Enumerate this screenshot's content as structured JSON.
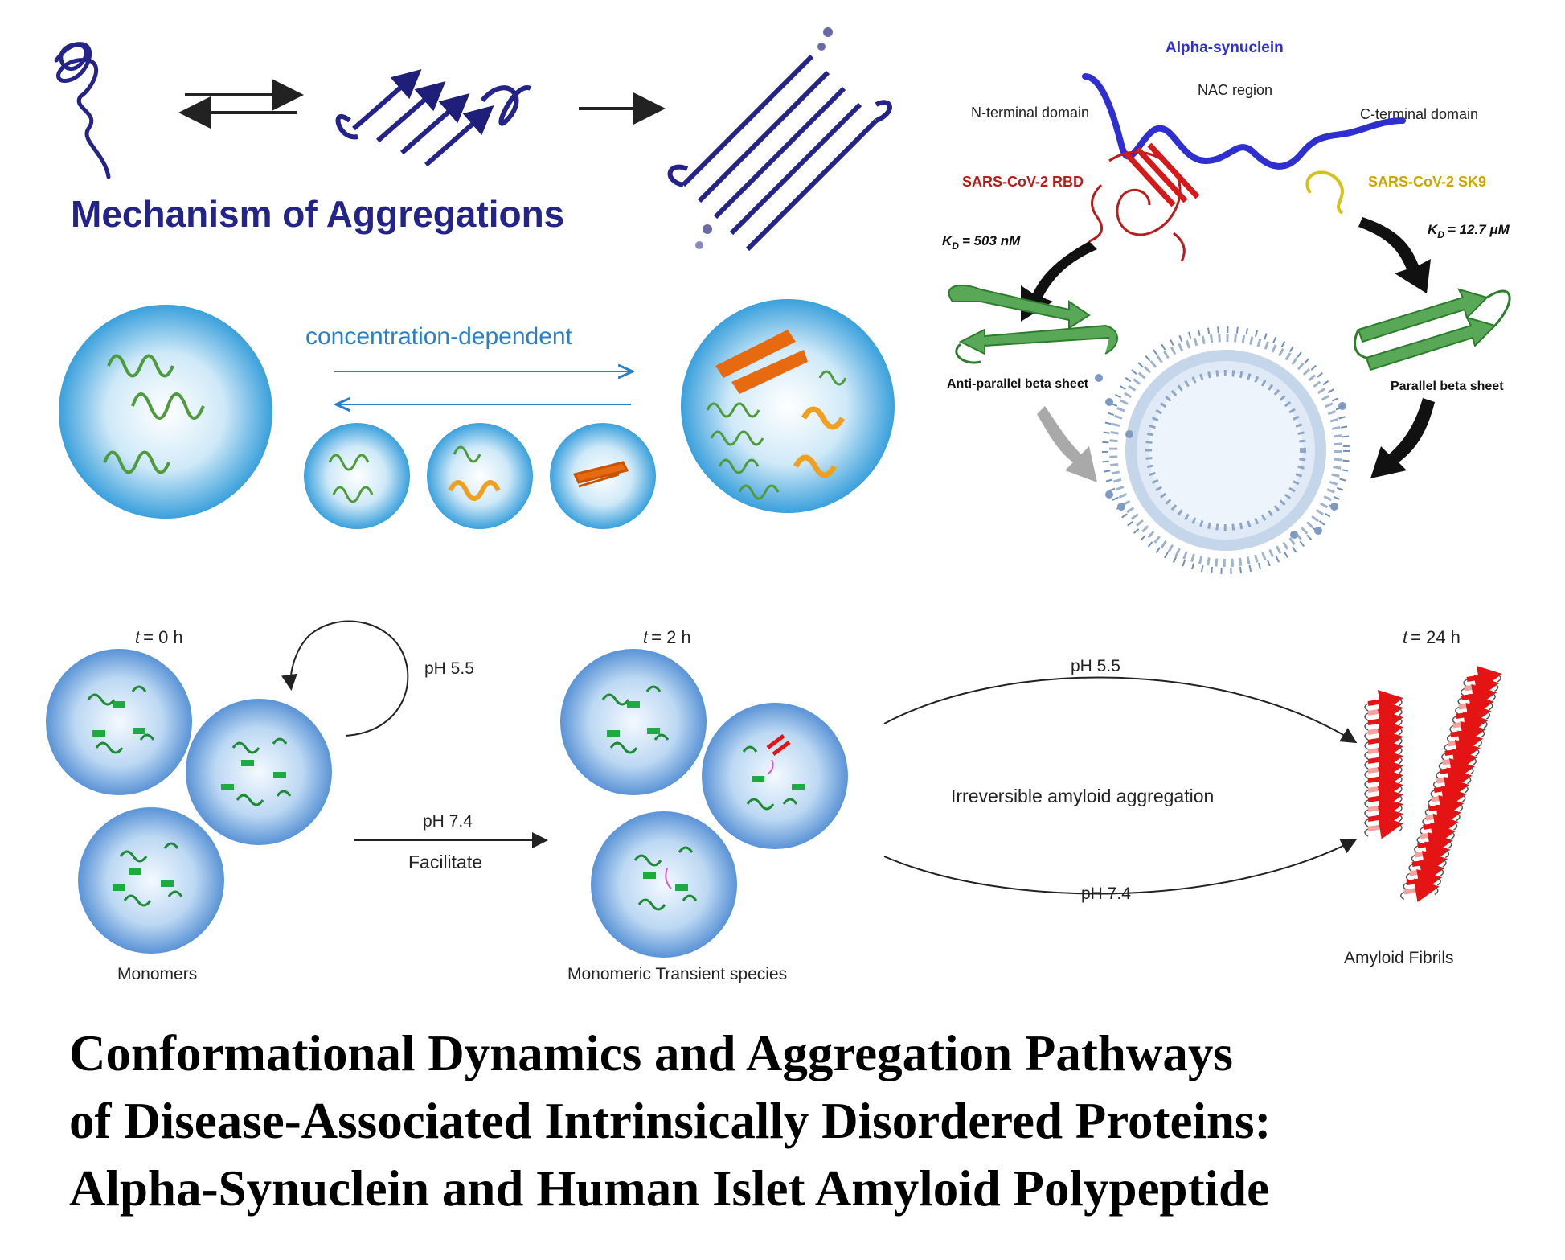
{
  "panel_mechanism": {
    "title": "Mechanism of Aggregations"
  },
  "panel_concentration": {
    "label": "concentration-dependent"
  },
  "panel_sars": {
    "protein_title": "Alpha-synuclein",
    "nac_region": "NAC region",
    "n_terminal": "N-terminal domain",
    "c_terminal": "C-terminal domain",
    "rbd_label": "SARS-CoV-2 RBD",
    "sk9_label": "SARS-CoV-2 SK9",
    "kd_left": "= 503 nM",
    "kd_right": "= 12.7 μM",
    "kd_symbol": "K",
    "kd_sub": "D",
    "anti_parallel": "Anti-parallel beta sheet",
    "parallel": "Parallel beta sheet",
    "colors": {
      "asyn": "#2f2fd0",
      "rbd": "#b81c1c",
      "sk9": "#d4c21a",
      "beta": "#3d9a3d",
      "lipid": "#9fb3cf"
    }
  },
  "panel_ph": {
    "t0": "= 0 h",
    "t2": "= 2 h",
    "t24": "= 24 h",
    "t_symbol": "t",
    "ph55_loop": "pH 5.5",
    "ph74": "pH 7.4",
    "facilitate": "Facilitate",
    "ph55_upper": "pH 5.5",
    "ph74_lower": "pH 7.4",
    "irreversible": "Irreversible amyloid aggregation",
    "monomers": "Monomers",
    "transient": "Monomeric Transient species",
    "fibrils": "Amyloid Fibrils"
  },
  "title_lines": [
    "Conformational Dynamics and Aggregation Pathways",
    "of Disease-Associated Intrinsically Disordered Proteins:",
    "Alpha-Synuclein and Human Islet Amyloid Polypeptide"
  ]
}
